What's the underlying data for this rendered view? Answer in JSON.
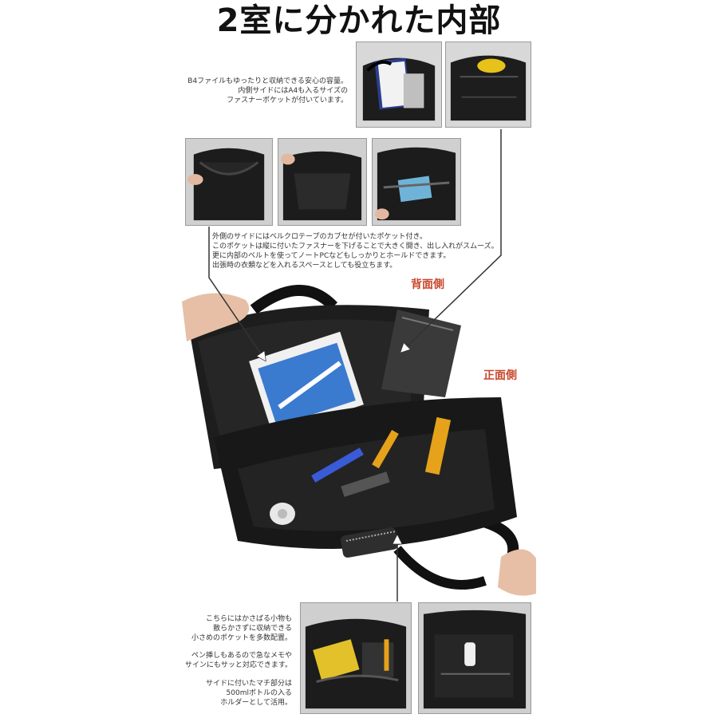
{
  "title": "2室に分かれた内部",
  "notes": {
    "top_right": [
      "B4ファイルもゆったりと収納できる安心の容量。",
      "内側サイドにはA4も入るサイズの",
      "ファスナーポケットが付いています。"
    ],
    "middle": [
      "外側のサイドにはベルクロテープのカブセが付いたポケット付き。",
      "このポケットは縦に付いたファスナーを下げることで大きく開き、出し入れがスムーズ。",
      "更に内部のベルトを使ってノートPCなどもしっかりとホールドできます。",
      "出張時の衣類などを入れるスペースとしても役立ちます。"
    ],
    "bottom_left_1": [
      "こちらにはかさばる小物も",
      "散らかさずに収納できる",
      "小さめのポケットを多数配置。"
    ],
    "bottom_left_2": [
      "ペン挿しもあるので急なメモや",
      "サインにもサッと対応できます。"
    ],
    "bottom_left_3": [
      "サイドに付いたマチ部分は",
      "500mlボトルの入る",
      "ホルダーとして活用。"
    ]
  },
  "labels": {
    "back_side": "背面側",
    "front_side": "正面側"
  },
  "colors": {
    "label_accent": "#c8462c",
    "bag_black": "#1b1b1b",
    "lining": "#2a2a2a"
  }
}
